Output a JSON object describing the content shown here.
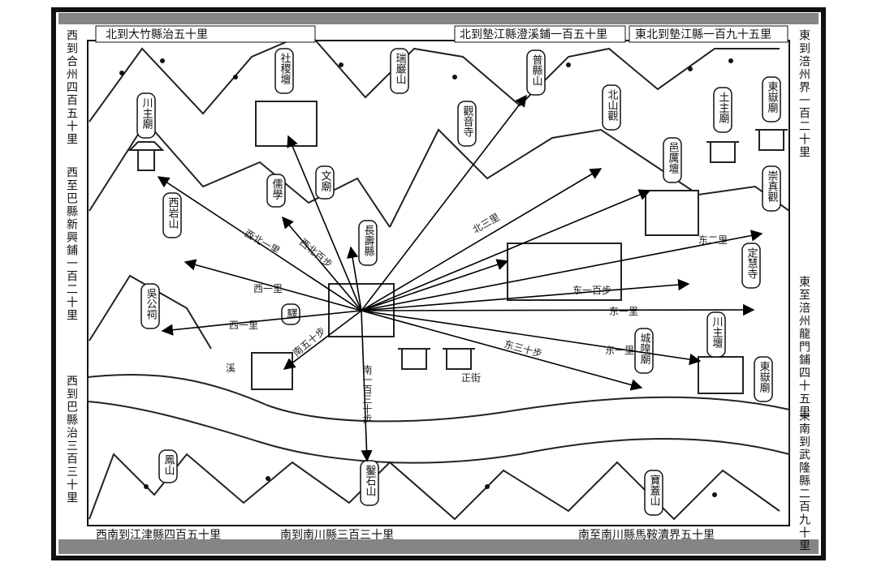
{
  "map": {
    "border_top": [
      "北到大竹縣治五十里",
      "北到墊江縣澄溪鋪一百五十里",
      "東北到墊江縣一百九十五里"
    ],
    "border_bottom": [
      "西南到江津縣四百五十里",
      "南到南川縣三百三十里",
      "南至南川縣馬鞍瀆界五十里"
    ],
    "border_left": [
      "西到合州四百五十里",
      "西至巴縣新興鋪一百二十里",
      "西到巴縣治三百三十里"
    ],
    "border_right": [
      "東到涪州界一百二十里",
      "東至涪州龍門鋪四十五里",
      "東南到武隆縣二百九十里"
    ],
    "places": [
      "社稷壇",
      "瑞巖山",
      "普縣山",
      "川主廟",
      "文廟",
      "儒學",
      "西岩山",
      "長壽縣",
      "吳公祠",
      "驛",
      "觀音寺",
      "北山觀",
      "土主廟",
      "東嶽廟",
      "邑厲壇",
      "崇真觀",
      "定慧寺",
      "川主壇",
      "城隍廟",
      "東嶽廟",
      "鳳山",
      "寶蓋山",
      "鑿石山"
    ],
    "route_labels": [
      "北三里",
      "东二里",
      "东一百步",
      "东一里",
      "东三十步",
      "东一里",
      "西一里",
      "西一里",
      "南五十步",
      "西北百步",
      "西北一里",
      "南一百三十步",
      "正街",
      "溪"
    ]
  }
}
